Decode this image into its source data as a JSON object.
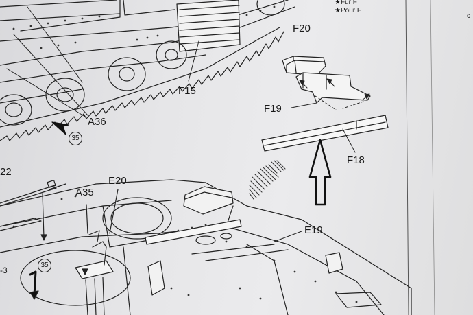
{
  "labels": {
    "f20": "F20",
    "f19": "F19",
    "f18": "F18",
    "f15": "F15",
    "a36": "A36",
    "a35": "A35",
    "e20": "E20",
    "e19": "E19",
    "part22": "22",
    "minus3": "-3"
  },
  "step_refs": {
    "upper": "35",
    "lower": "35"
  },
  "notes": {
    "line1": "★Für F",
    "line2": "★Pour F",
    "edge": "c"
  },
  "colors": {
    "paper": "#e6e6e8",
    "ink": "#222222"
  }
}
